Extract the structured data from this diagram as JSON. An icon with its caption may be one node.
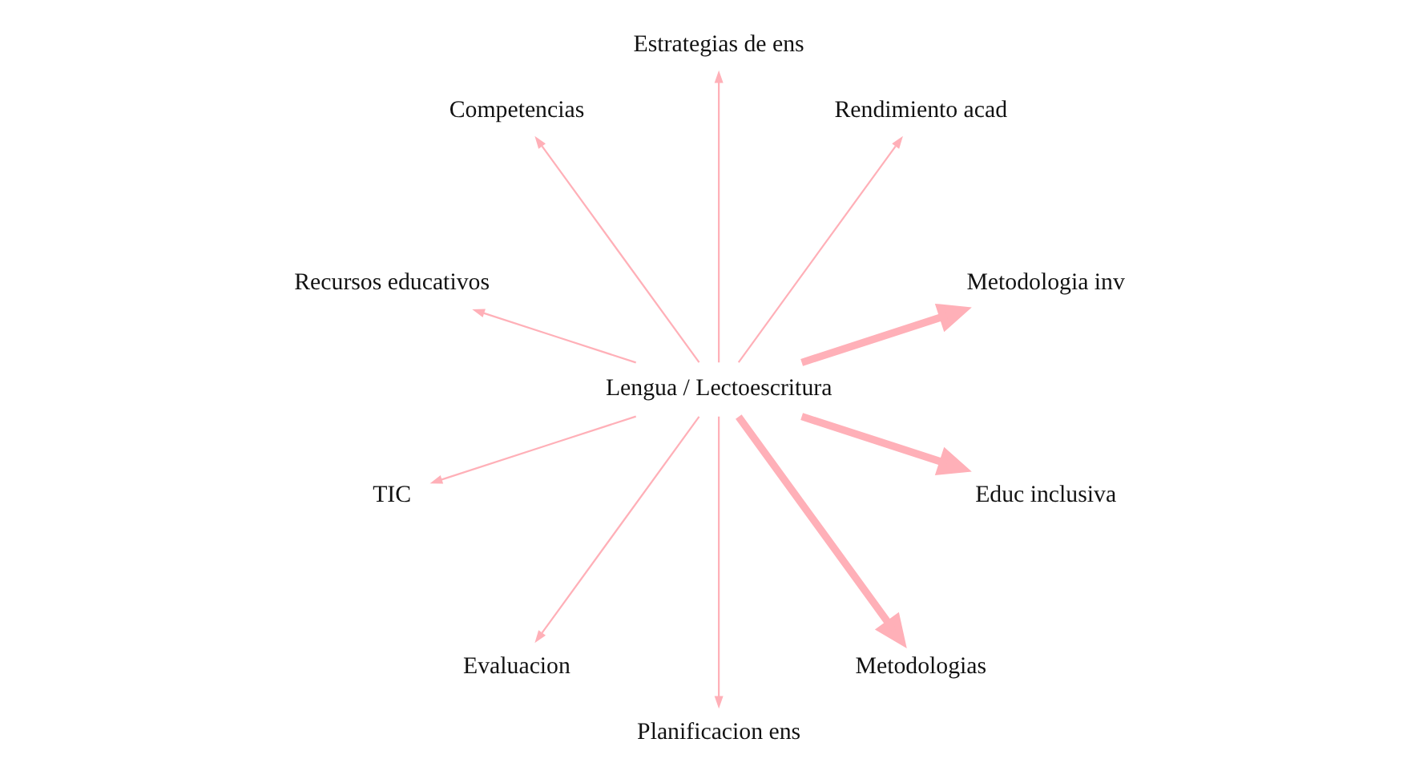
{
  "diagram": {
    "nodes": [
      {
        "text": [
          "Metodologia inv"
        ]
      },
      {
        "text": [
          "Rendimiento acad"
        ]
      },
      {
        "text": [
          "Estrategias de ens"
        ]
      },
      {
        "text": [
          "Competencias"
        ]
      },
      {
        "text": [
          "Recursos educativos"
        ]
      },
      {
        "text": [
          "TIC"
        ]
      },
      {
        "text": [
          "Evaluacion"
        ]
      },
      {
        "text": [
          "Lengua / Lectoescritura"
        ]
      },
      {
        "text": [
          "Planificacion ens"
        ]
      },
      {
        "text": [
          "Metodologias"
        ]
      },
      {
        "text": [
          "Educ inclusiva"
        ]
      }
    ],
    "edges": [
      {
        "from": 7,
        "to": 0,
        "arrow": "to",
        "style": "thick"
      },
      {
        "from": 7,
        "to": 1,
        "arrow": "to"
      },
      {
        "from": 7,
        "to": 2,
        "arrow": "to"
      },
      {
        "from": 7,
        "to": 3,
        "arrow": "to"
      },
      {
        "from": 7,
        "to": 4,
        "arrow": "to"
      },
      {
        "from": 7,
        "to": 5,
        "arrow": "to"
      },
      {
        "from": 7,
        "to": 6,
        "arrow": "to"
      },
      {
        "from": 7,
        "to": 8,
        "arrow": "to"
      },
      {
        "from": 7,
        "to": 9,
        "arrow": "to",
        "style": "thick"
      },
      {
        "from": 7,
        "to": 10,
        "arrow": "to",
        "style": "thick"
      }
    ]
  }
}
